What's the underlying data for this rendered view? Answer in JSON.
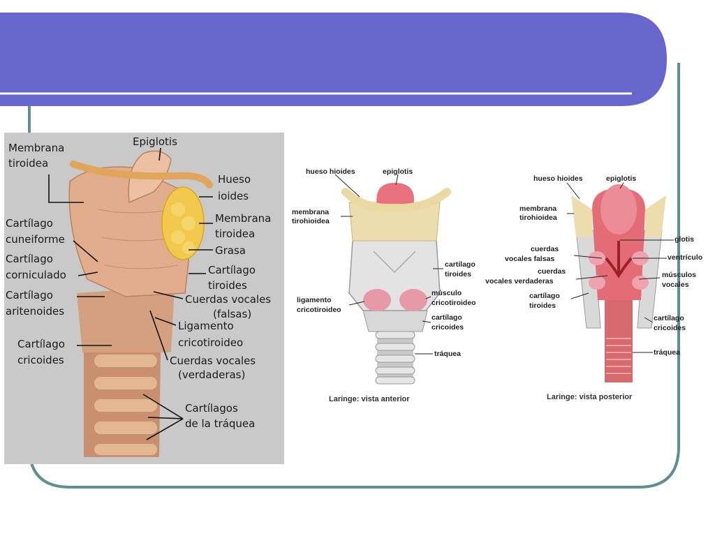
{
  "slide": {
    "header_color": "#6666cc",
    "frame_color": "#5e9090"
  },
  "panel_lateral": {
    "labels": {
      "membrana_tiroidea_left": [
        "Membrana",
        "tiroidea"
      ],
      "epiglotis": "Epiglotis",
      "hueso_ioides": [
        "Hueso",
        "ioides"
      ],
      "membrana_tiroidea_right": [
        "Membrana",
        "tiroidea"
      ],
      "grasa": "Grasa",
      "cartilago_tiroides": [
        "Cartílago",
        "tiroides"
      ],
      "cuerdas_vocales_falsas": [
        "Cuerdas vocales",
        "(falsas)"
      ],
      "ligamento_cricotiroideo": [
        "Ligamento",
        "cricotiroideo"
      ],
      "cuerdas_vocales_verdaderas": [
        "Cuerdas vocales",
        "(verdaderas)"
      ],
      "cartilagos_traquea": [
        "Cartílagos",
        "de la tráquea"
      ],
      "cartilago_cuneiforme": [
        "Cartílago",
        "cuneiforme"
      ],
      "cartilago_corniculado": [
        "Cartílago",
        "corniculado"
      ],
      "cartilago_aritenoides": [
        "Cartílago",
        "aritenoides"
      ],
      "cartilago_cricoides": [
        "Cartílago",
        "cricoides"
      ]
    }
  },
  "panel_anterior": {
    "caption": "Laringe: vista anterior",
    "labels": {
      "hueso_hioides": "hueso hioides",
      "epiglotis": "epiglotis",
      "membrana_tirohioidea": [
        "membrana",
        "tirohioidea"
      ],
      "cartilago_tiroides": [
        "cartílago",
        "tiroides"
      ],
      "ligamento_cricotiroideo": [
        "ligamento",
        "cricotiroideo"
      ],
      "musculo_cricotiroideo": [
        "músculo",
        "cricotiroideo"
      ],
      "cartilago_cricoides": [
        "cartílago",
        "cricoides"
      ],
      "traquea": "tráquea"
    }
  },
  "panel_posterior": {
    "caption": "Laringe: vista posterior",
    "labels": {
      "hueso_hioides": "hueso hioides",
      "epiglotis": "epiglotis",
      "membrana_tirohioidea": [
        "membrana",
        "tirohioidea"
      ],
      "glotis": "glotis",
      "cuerdas_vocales_falsas": [
        "cuerdas",
        "vocales falsas"
      ],
      "ventriculo": "ventrículo",
      "cuerdas_vocales_verdaderas": [
        "cuerdas",
        "vocales verdaderas"
      ],
      "musculos_vocales": [
        "músculos",
        "vocales"
      ],
      "cartilago_tiroides": [
        "cartílago",
        "tiroides"
      ],
      "cartilago_cricoides": [
        "cartílago",
        "cricoides"
      ],
      "traquea": "tráquea"
    }
  }
}
